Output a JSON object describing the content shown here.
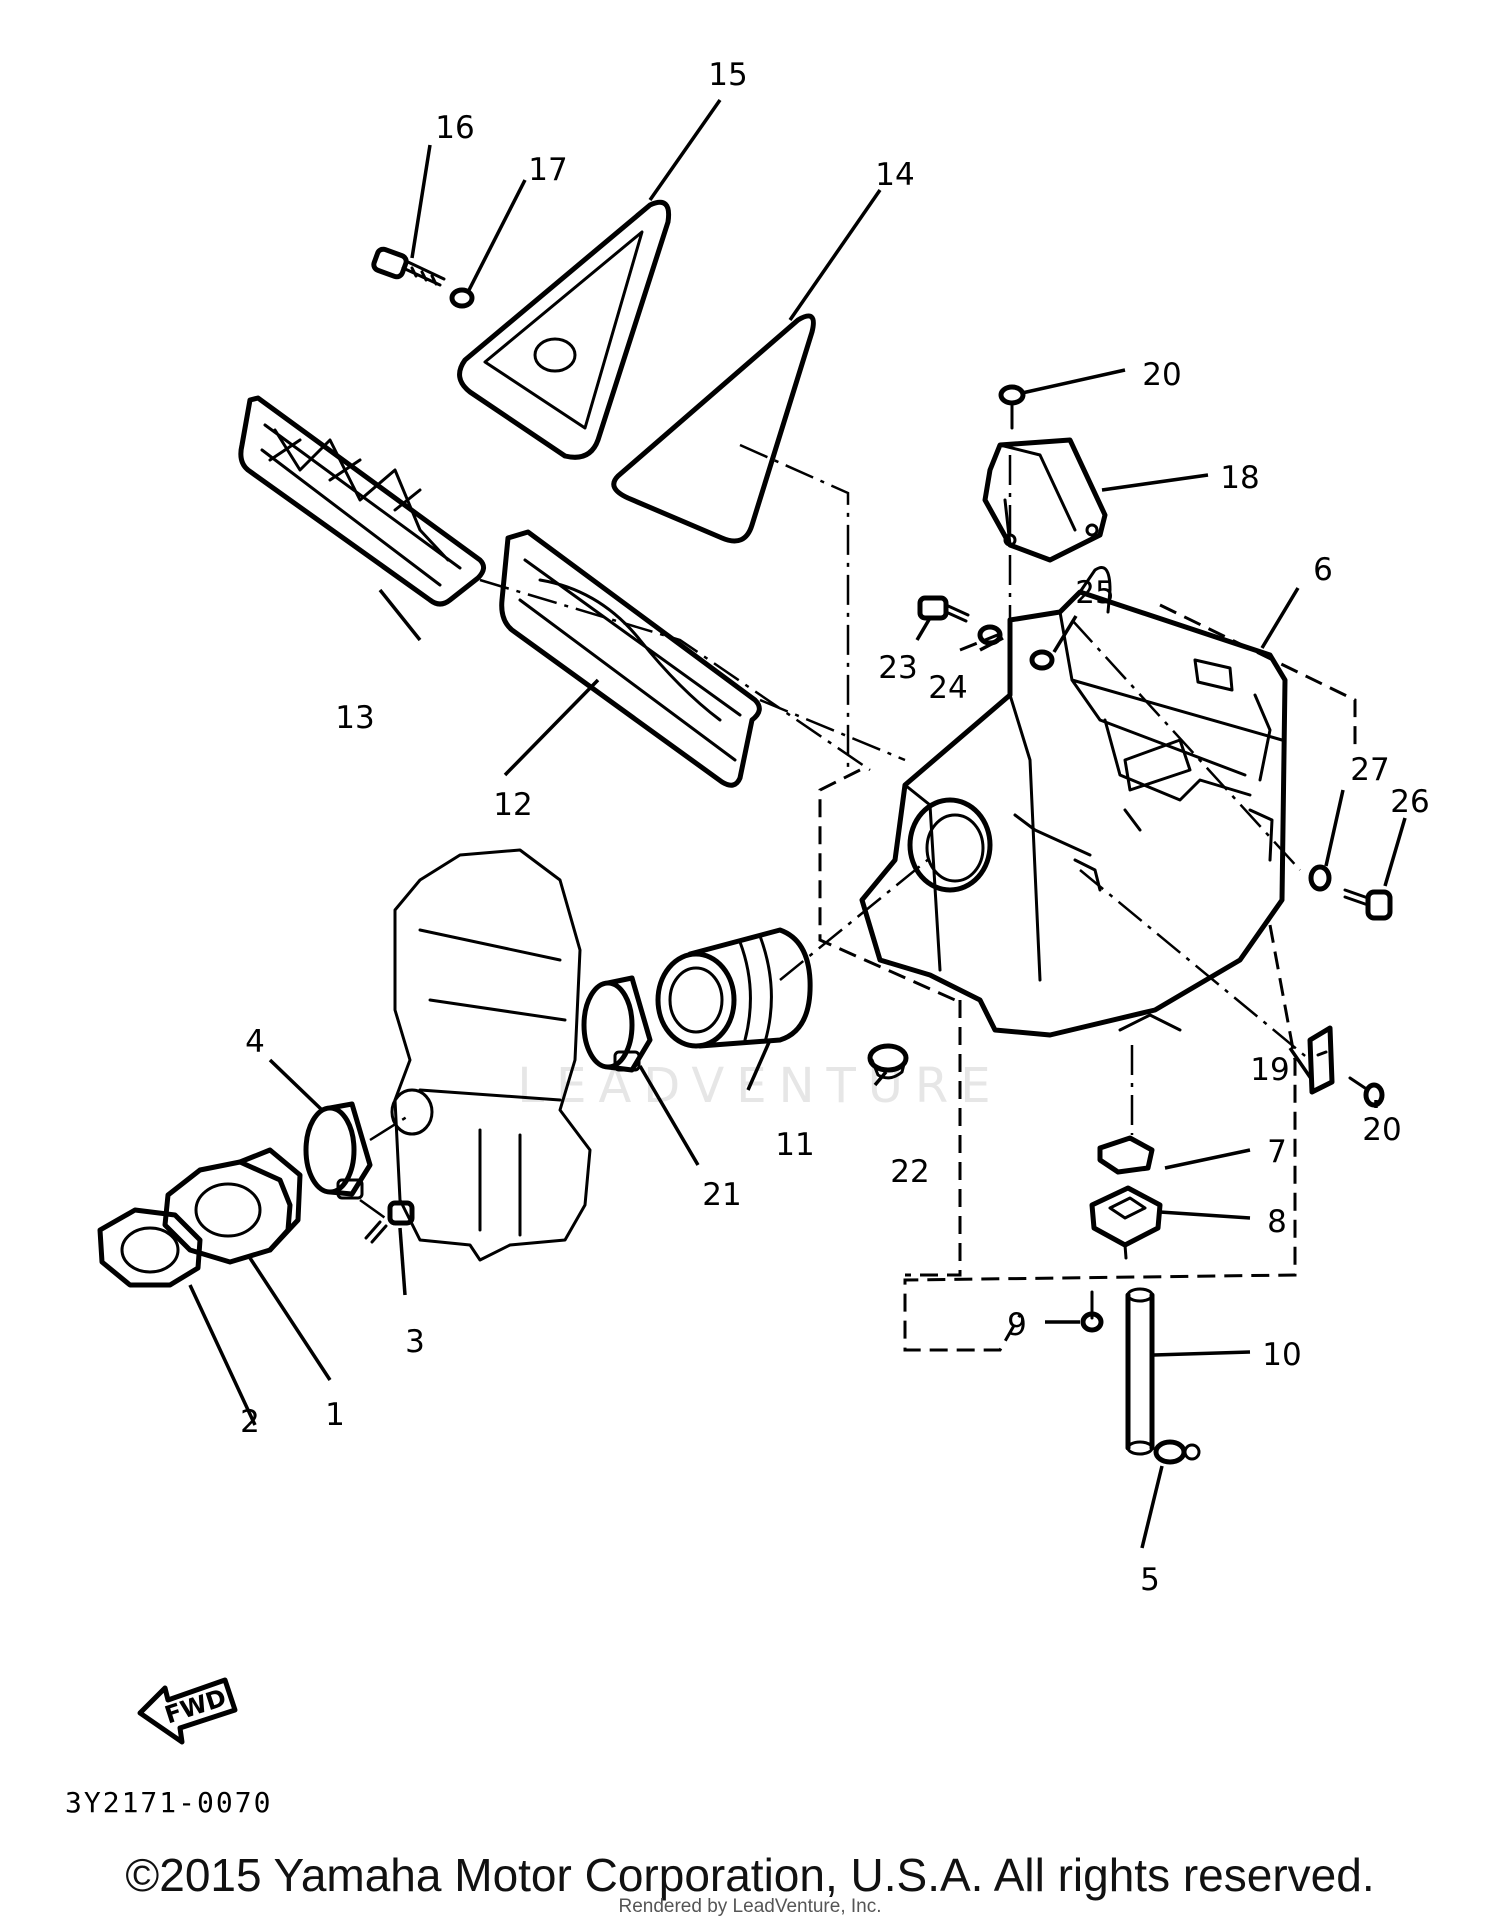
{
  "diagram": {
    "reference_code": "3Y2171-0070",
    "watermark_text": "LEADVENTURE",
    "direction_label": "FWD",
    "callouts": [
      {
        "id": "c1",
        "label": "1"
      },
      {
        "id": "c2",
        "label": "2"
      },
      {
        "id": "c3",
        "label": "3"
      },
      {
        "id": "c4",
        "label": "4"
      },
      {
        "id": "c5",
        "label": "5"
      },
      {
        "id": "c6",
        "label": "6"
      },
      {
        "id": "c7",
        "label": "7"
      },
      {
        "id": "c8",
        "label": "8"
      },
      {
        "id": "c9",
        "label": "9"
      },
      {
        "id": "c10",
        "label": "10"
      },
      {
        "id": "c11",
        "label": "11"
      },
      {
        "id": "c12",
        "label": "12"
      },
      {
        "id": "c13",
        "label": "13"
      },
      {
        "id": "c14",
        "label": "14"
      },
      {
        "id": "c15",
        "label": "15"
      },
      {
        "id": "c16",
        "label": "16"
      },
      {
        "id": "c17",
        "label": "17"
      },
      {
        "id": "c18",
        "label": "18"
      },
      {
        "id": "c19",
        "label": "19"
      },
      {
        "id": "c20a",
        "label": "20"
      },
      {
        "id": "c20b",
        "label": "20"
      },
      {
        "id": "c21",
        "label": "21"
      },
      {
        "id": "c22",
        "label": "22"
      },
      {
        "id": "c23",
        "label": "23"
      },
      {
        "id": "c24",
        "label": "24"
      },
      {
        "id": "c25",
        "label": "25"
      },
      {
        "id": "c26",
        "label": "26"
      },
      {
        "id": "c27",
        "label": "27"
      }
    ]
  },
  "footer": {
    "copyright": "©2015 Yamaha Motor Corporation, U.S.A. All rights reserved.",
    "rendered_by": "Rendered by LeadVenture, Inc."
  }
}
